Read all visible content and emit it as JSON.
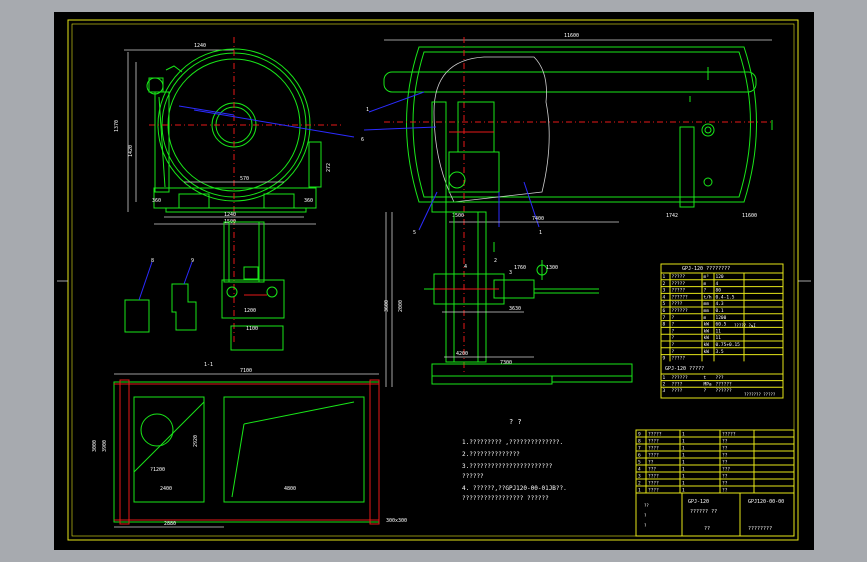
{
  "dimensions": {
    "width_left": "1240",
    "height_left": "1370",
    "height_left2": "1420",
    "flange_w": "570",
    "base_w": "1240",
    "base_w2": "1500",
    "small_w": "360",
    "right_h": "272",
    "foot_h": "360",
    "total_len": "11600",
    "seg_a": "1742",
    "seg_b": "11600",
    "pipe_len": "7400",
    "pipe_h": "1500",
    "vert_h": "3600",
    "vert_h2": "2000",
    "stand_w": "1200",
    "stand_h": "3630",
    "mid_w": "4200",
    "mid_w2": "7300",
    "flange_dim": "1760",
    "flange_dim2": "1300",
    "base_bottom": "1100",
    "plan_w": "7100",
    "plan_l": "2920",
    "plan_r": "4800",
    "plan_h": "3000",
    "plan_h2": "3900",
    "plan_in": "2400",
    "plan_dia": "?1200",
    "plan_b": "2880",
    "rot_label": "1-1",
    "plan_side": "300x300"
  },
  "balloons": [
    "1",
    "6",
    "2",
    "3",
    "4",
    "5",
    "1",
    "8",
    "9"
  ],
  "notes": {
    "title": "?  ?",
    "items": [
      "1.????????? ,??????????????.",
      "2.??????????????",
      "3.???????????????????????",
      "  ??????",
      "4. ??????,??GPJ120-00-01JB??.",
      "  ????????????????? ??????"
    ]
  },
  "table1": {
    "header": "GPJ-120  ????????",
    "rows": [
      [
        "1",
        "?????",
        "m³",
        "120"
      ],
      [
        "2",
        "?????",
        "m",
        "4"
      ],
      [
        "3",
        "?????",
        "?",
        "80"
      ],
      [
        "4",
        "??????",
        "t/h",
        "0.4-1.5"
      ],
      [
        "5",
        "????",
        "mm",
        "4.3"
      ],
      [
        "6",
        "??????",
        "mm",
        "0.1"
      ],
      [
        "7",
        "?",
        "m",
        "1200"
      ],
      [
        "8",
        "?",
        "kW",
        "60.5"
      ],
      [
        "",
        "?",
        "kW",
        "11"
      ],
      [
        "",
        "?",
        "kW",
        "11"
      ],
      [
        "",
        "?",
        "kW",
        "0.75+0.15"
      ],
      [
        "",
        "?",
        "kW",
        "3.5"
      ],
      [
        "9",
        "?????",
        "",
        ""
      ]
    ],
    "extra": "?????  ?≤I",
    "bottom_rows": [
      [
        "1",
        "??????",
        "t",
        "???"
      ],
      [
        "2",
        "????",
        "MPa",
        "??????"
      ],
      [
        "3",
        "????",
        "?",
        "??????"
      ]
    ],
    "bottom_note": "??????? ?????",
    "mid_header": "GPJ-120  ?????"
  },
  "title_block": {
    "parts": [
      [
        "9",
        "?????",
        "1",
        "?????"
      ],
      [
        "8",
        "????",
        "1",
        "??"
      ],
      [
        "7",
        "????",
        "1",
        "??"
      ],
      [
        "6",
        "????",
        "1",
        "??"
      ],
      [
        "5",
        "??",
        "1",
        "??"
      ],
      [
        "4",
        "???",
        "1",
        "???"
      ],
      [
        "3",
        "????",
        "1",
        "??"
      ],
      [
        "2",
        "????",
        "1",
        "??"
      ],
      [
        "1",
        "????",
        "1",
        "??"
      ]
    ],
    "name_label": "GPJ-120",
    "drawing_no": "GPJ120-00-00",
    "company": "????????",
    "scale_note": "?????? ??",
    "sub1": "??",
    "sub2": "?",
    "sub3": "?",
    "code": "??"
  }
}
